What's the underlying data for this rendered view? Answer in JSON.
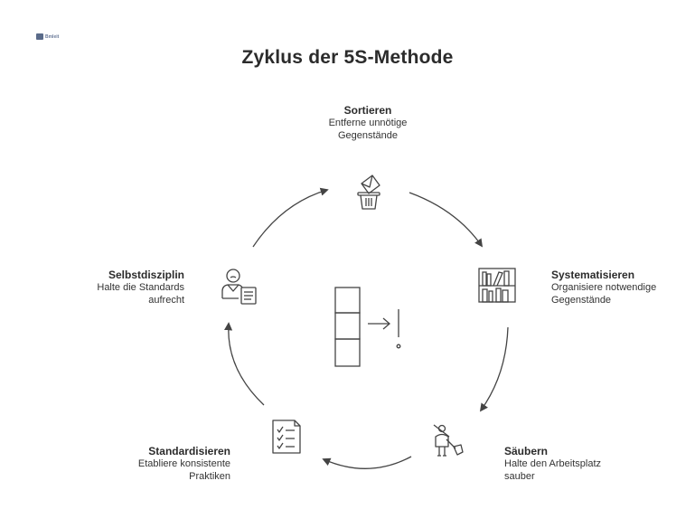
{
  "logo": {
    "text": "Bmleit"
  },
  "title": "Zyklus der 5S-Methode",
  "steps": [
    {
      "name": "Sortieren",
      "desc": "Entferne unnötige\nGegenstände",
      "icon": "trash-icon"
    },
    {
      "name": "Systematisieren",
      "desc": "Organisiere notwendige\nGegenstände",
      "icon": "bookshelf-icon"
    },
    {
      "name": "Säubern",
      "desc": "Halte den Arbeitsplatz\nsauber",
      "icon": "cleaning-person-icon"
    },
    {
      "name": "Standardisieren",
      "desc": "Etabliere konsistente\nPraktiken",
      "icon": "checklist-icon"
    },
    {
      "name": "Selbstdisziplin",
      "desc": "Halte die Standards\naufrecht",
      "icon": "person-document-icon"
    }
  ],
  "center_icon": "stacked-boxes-arrow-exclamation-icon",
  "colors": {
    "stroke": "#444444",
    "text": "#333333"
  }
}
